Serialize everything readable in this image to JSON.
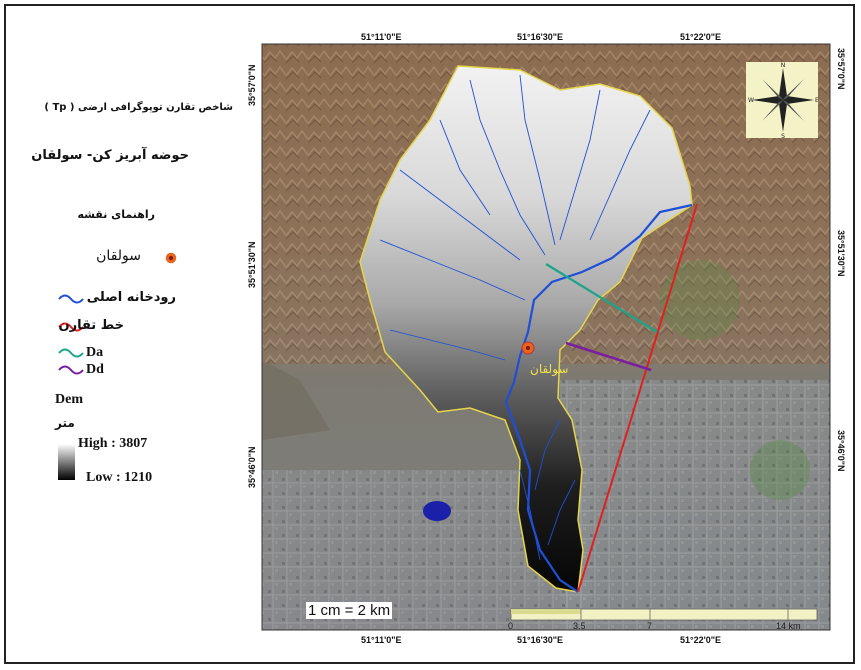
{
  "title": {
    "index_name": "شاخص تقارن توپوگرافی ارضی ( Tp )",
    "basin_name": "حوضه آبریز کن- سولقان"
  },
  "legend": {
    "heading": "راهنمای نقشه",
    "items": [
      {
        "label": "سولقان",
        "symbol": "village-point-icon",
        "color": "#e8631c"
      },
      {
        "label": "رودخانه اصلی",
        "symbol": "river-line-icon",
        "color": "#1f4fd6"
      },
      {
        "label": "خط تقارن",
        "symbol": "symmetry-line-icon",
        "color": "#e02020"
      },
      {
        "label": "Da",
        "symbol": "da-line-icon",
        "color": "#1aa58a"
      },
      {
        "label": "Dd",
        "symbol": "dd-line-icon",
        "color": "#7a1fa0"
      }
    ],
    "dem_label": "Dem",
    "unit_label": "متر",
    "high_label": "High : 3807",
    "low_label": "Low : 1210"
  },
  "map": {
    "coords_top": [
      "51°11'0\"E",
      "51°16'30\"E",
      "51°22'0\"E"
    ],
    "coords_bottom": [
      "51°11'0\"E",
      "51°16'30\"E",
      "51°22'0\"E"
    ],
    "coords_left": [
      "35°57'0\"N",
      "35°51'30\"N",
      "35°46'0\"N"
    ],
    "coords_right": [
      "35°57'0\"N",
      "35°51'30\"N",
      "35°46'0\"N"
    ],
    "village_label": "سولقان",
    "scale_text": "1 cm = 2 km",
    "scale_ticks": [
      "0",
      "3.5",
      "7",
      "14 km"
    ],
    "colors": {
      "basin_outline": "#e5d64a",
      "river": "#1f4fd6",
      "symmetry": "#e02020",
      "da": "#1aa58a",
      "dd": "#7a1fa0",
      "village": "#e8631c"
    }
  }
}
